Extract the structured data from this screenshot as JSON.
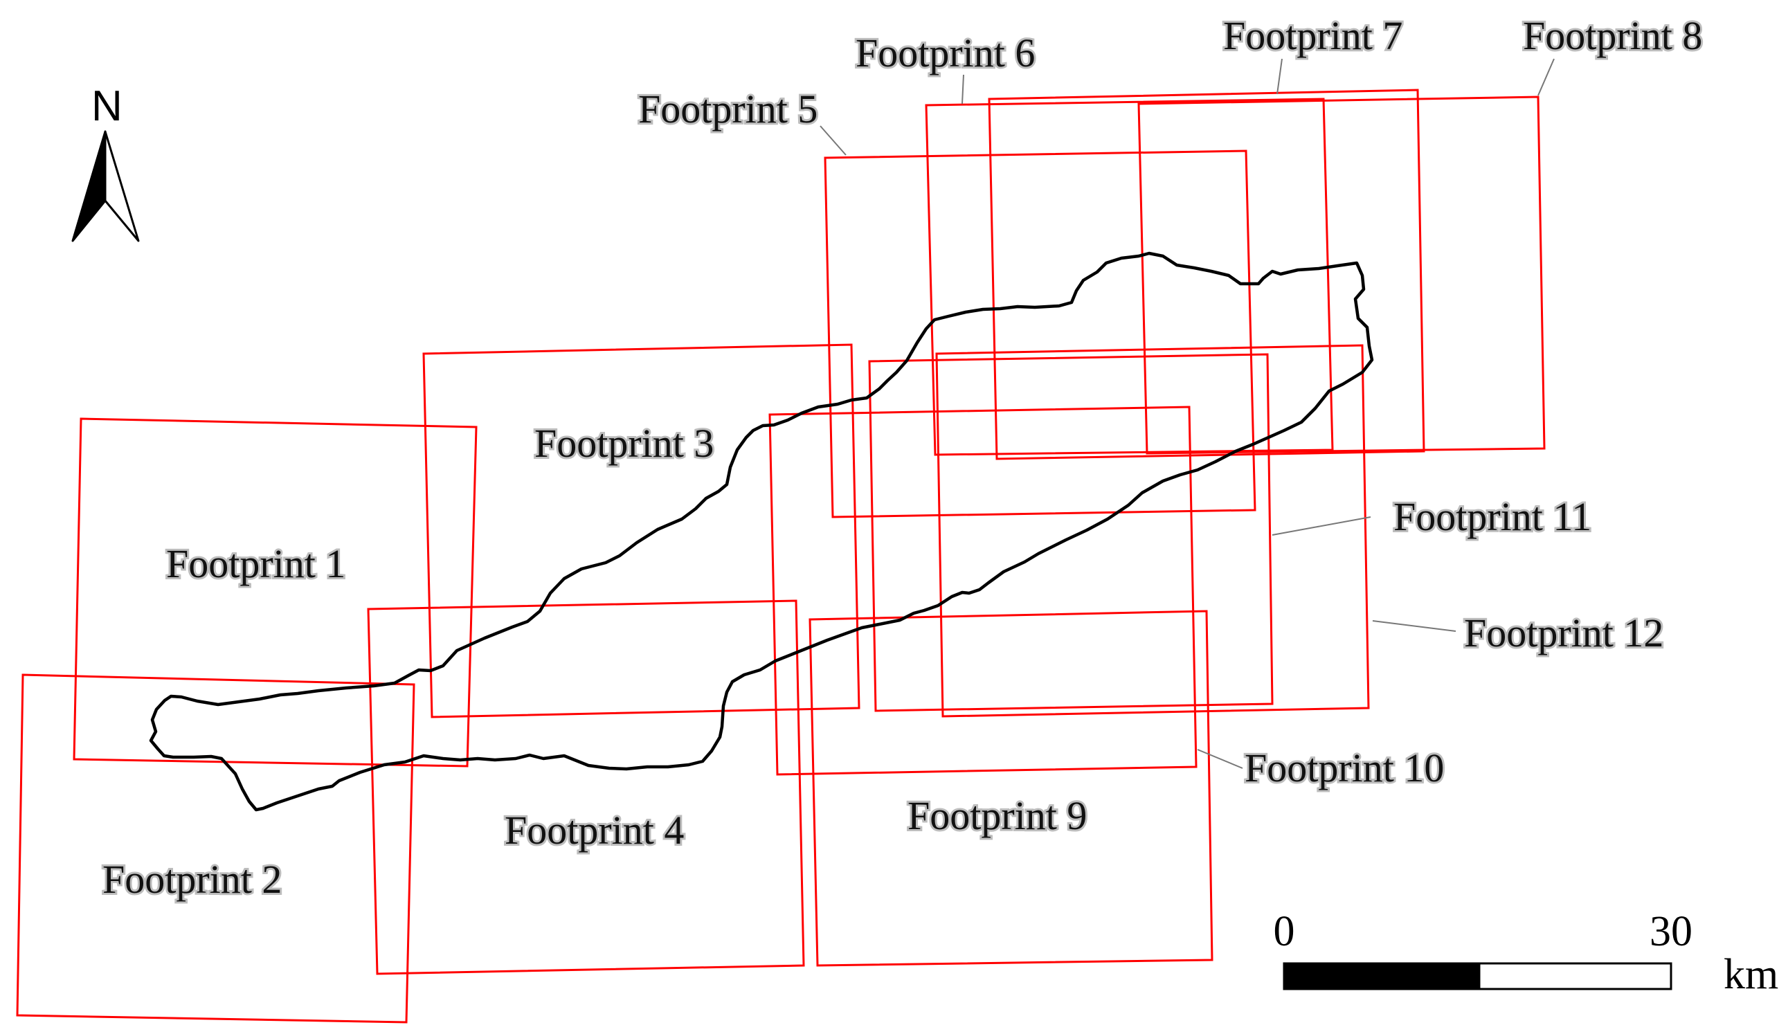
{
  "north_arrow": {
    "label": "N"
  },
  "scale_bar": {
    "start_label": "0",
    "end_label": "30",
    "unit": "km"
  },
  "colors": {
    "footprint": "#ff0000",
    "boundary": "#000000",
    "leader": "#777777"
  },
  "footprints": [
    {
      "id": "fp1",
      "label": "Footprint 1"
    },
    {
      "id": "fp2",
      "label": "Footprint 2"
    },
    {
      "id": "fp3",
      "label": "Footprint 3"
    },
    {
      "id": "fp4",
      "label": "Footprint 4"
    },
    {
      "id": "fp5",
      "label": "Footprint 5"
    },
    {
      "id": "fp6",
      "label": "Footprint 6"
    },
    {
      "id": "fp7",
      "label": "Footprint 7"
    },
    {
      "id": "fp8",
      "label": "Footprint 8"
    },
    {
      "id": "fp9",
      "label": "Footprint 9"
    },
    {
      "id": "fp10",
      "label": "Footprint 10"
    },
    {
      "id": "fp11",
      "label": "Footprint 11"
    },
    {
      "id": "fp12",
      "label": "Footprint 12"
    }
  ]
}
